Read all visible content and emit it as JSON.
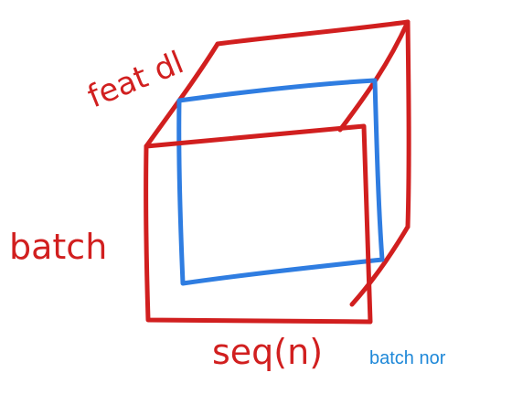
{
  "labels": {
    "feat_dim": "feat dl",
    "batch": "batch",
    "seq_n": "seq(n)",
    "caption": "batch nor"
  },
  "colors": {
    "cube_stroke": "#d11f1f",
    "norm_slice": "#2f7de1",
    "caption": "#1e88d8",
    "background": "#ffffff"
  }
}
